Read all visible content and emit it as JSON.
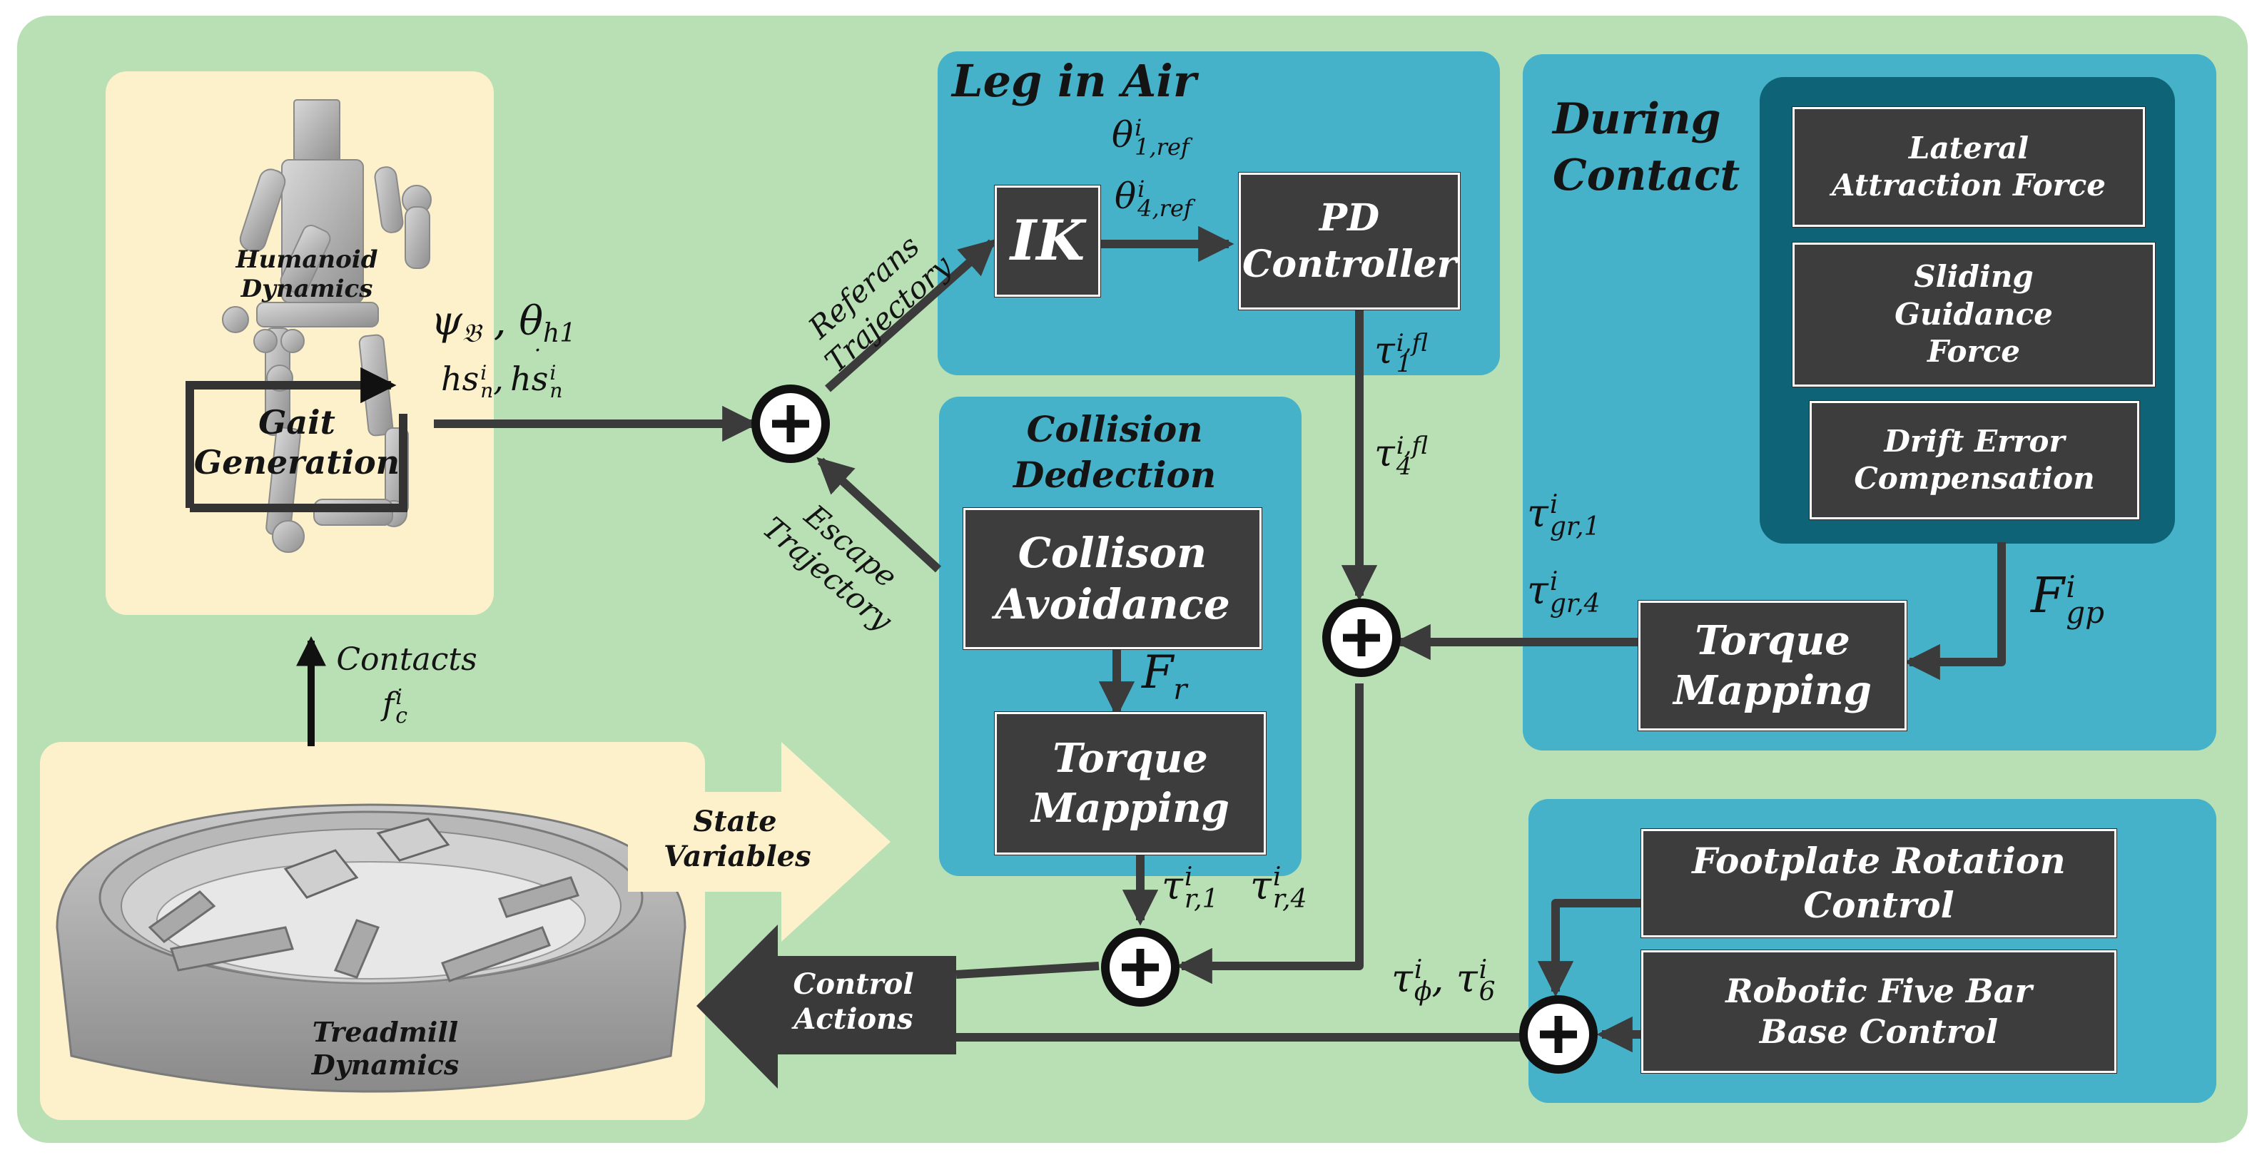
{
  "panels": {
    "leg_in_air": "Leg in Air",
    "during_contact": "During\nContact",
    "collision_detection": "Collision\nDedection"
  },
  "blocks": {
    "ik": "IK",
    "pd_controller": "PD\nController",
    "collision_avoidance": "Collison\nAvoidance",
    "torque_mapping_collision": "Torque\nMapping",
    "torque_mapping_contact": "Torque\nMapping",
    "lateral_attraction_force": "Lateral\nAttraction Force",
    "sliding_guidance_force": "Sliding\nGuidance\nForce",
    "drift_error_compensation": "Drift Error\nCompensation",
    "footplate_rotation_control": "Footplate Rotation\nControl",
    "robotic_five_bar_base_control": "Robotic Five Bar\nBase Control",
    "gait_generation": "Gait\nGeneration"
  },
  "labels": {
    "humanoid_dynamics": "Humanoid\nDynamics",
    "treadmill_dynamics": "Treadmill\nDynamics",
    "contacts": "Contacts",
    "state_variables": "State\nVariables",
    "control_actions": "Control\nActions",
    "reference_trajectory": "Referans\nTrajectory",
    "escape_trajectory": "Escape\nTrajectory"
  },
  "math": {
    "psi_theta": "ψ𝔅 , θh1",
    "hs_terms": "hs n i , hs n i",
    "theta_1_ref": "θ 1,ref i",
    "theta_4_ref": "θ 4,ref i",
    "tau_1_fl": "τ 1 i,fl",
    "tau_4_fl": "τ 4 i,fl",
    "tau_gr_1": "τ gr,1 i",
    "tau_gr_4": "τ gr,4 i",
    "f_gp": "F gp i",
    "f_r": "F r",
    "tau_r_1": "τ r,1 i",
    "tau_r_4": "τ r,4 i",
    "tau_phi_6": "τ ϕ i , τ 6 i",
    "f_c": "f c i"
  },
  "colors": {
    "background": "#b9e0b4",
    "cream_panel": "#fdf1cc",
    "teal_panel": "#45b2c9",
    "teal_dark_panel": "#0e6376",
    "block": "#3d3d3d",
    "arrow": "#3b3b3b"
  }
}
